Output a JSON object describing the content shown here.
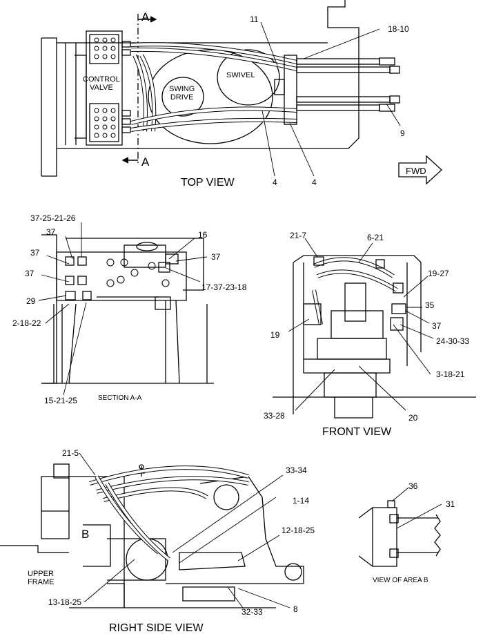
{
  "views": {
    "top_view": "TOP VIEW",
    "section_aa": "SECTION A-A",
    "front_view": "FRONT VIEW",
    "right_side_view": "RIGHT SIDE VIEW",
    "view_of_area_b": "VIEW OF AREA B"
  },
  "component_labels": {
    "control_valve": "CONTROL\nVALVE",
    "swivel": "SWIVEL",
    "swing_drive": "SWING\nDRIVE",
    "upper_frame": "UPPER\nFRAME",
    "fwd": "FWD"
  },
  "section_markers": {
    "a_top": "A",
    "a_bottom": "A",
    "b": "B"
  },
  "callouts": {
    "top": [
      "11",
      "18-10",
      "9",
      "4",
      "4"
    ],
    "section": [
      "37-25-21-26",
      "37",
      "37",
      "37",
      "29",
      "2-18-22",
      "15-21-25",
      "16",
      "37",
      "17-37-23-18"
    ],
    "front": [
      "21-7",
      "6-21",
      "19-27",
      "35",
      "37",
      "24-30-33",
      "19",
      "3-18-21",
      "33-28",
      "20"
    ],
    "side": [
      "21-5",
      "33-34",
      "1-14",
      "12-18-25",
      "13-18-25",
      "32-33",
      "8"
    ],
    "area_b": [
      "36",
      "31"
    ]
  }
}
